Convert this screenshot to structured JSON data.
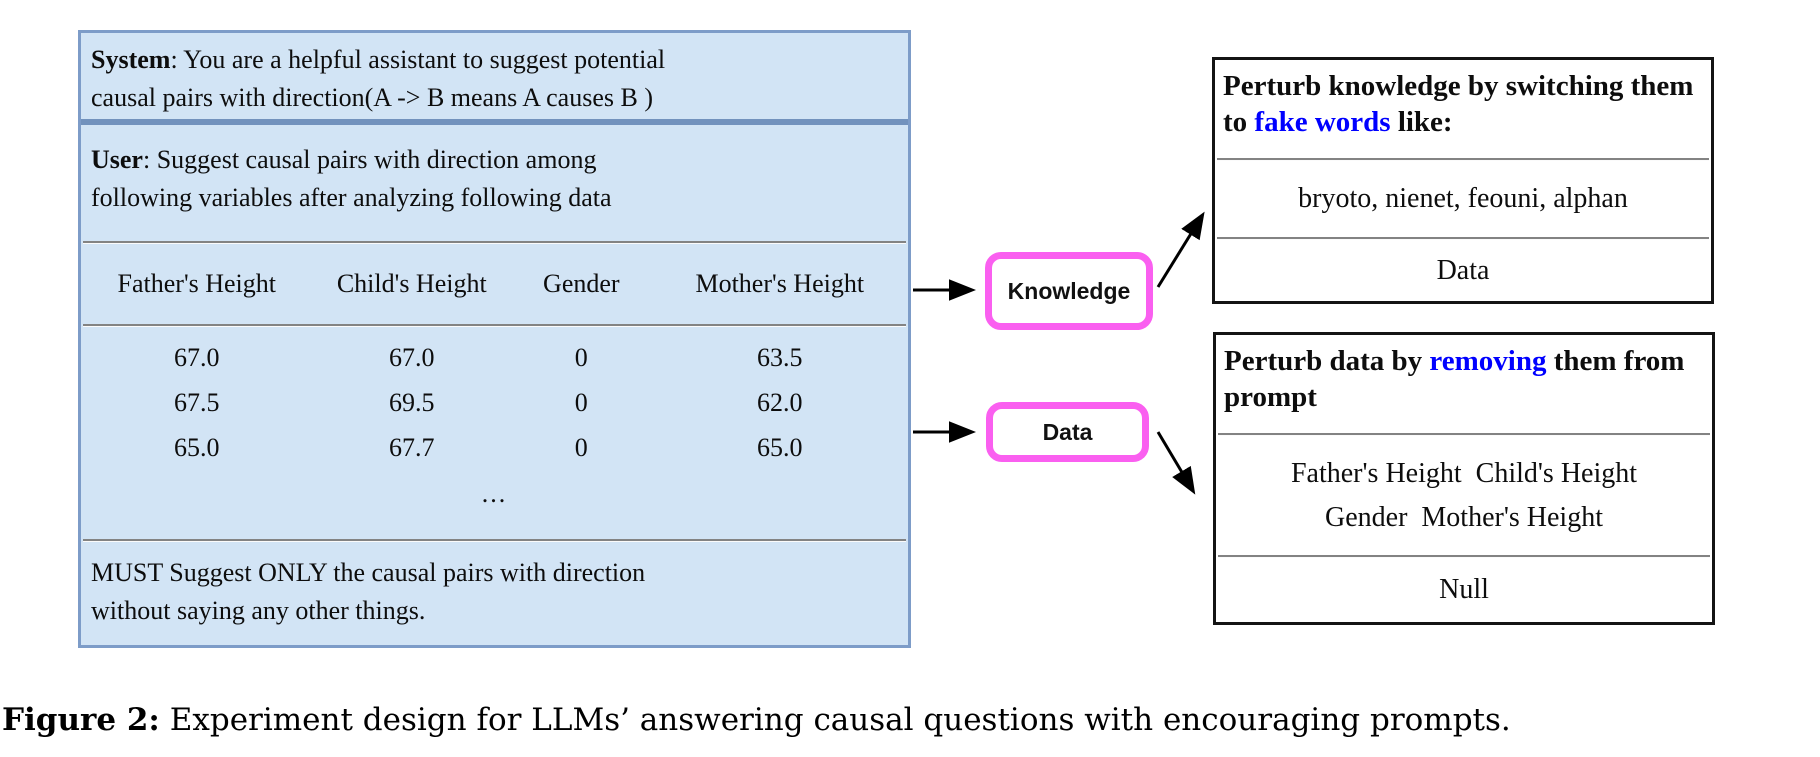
{
  "figure": {
    "prompt_box": {
      "system": {
        "label": "System",
        "line1_rest": ": You are a helpful assistant to suggest potential",
        "line2": "causal pairs with direction(A -> B means A causes B )"
      },
      "user": {
        "label": "User",
        "line1_rest": ": Suggest causal pairs with direction among",
        "line2": "following variables after analyzing following data"
      },
      "table": {
        "headers": [
          "Father's Height",
          "Child's Height",
          "Gender",
          "Mother's Height"
        ],
        "rows": [
          [
            "67.0",
            "67.0",
            "0",
            "63.5"
          ],
          [
            "67.5",
            "69.5",
            "0",
            "62.0"
          ],
          [
            "65.0",
            "67.7",
            "0",
            "65.0"
          ]
        ],
        "ellipsis": "..."
      },
      "footer": {
        "line1": "MUST Suggest ONLY the causal pairs with direction",
        "line2": "without saying any other things."
      }
    },
    "nodes": {
      "knowledge": "Knowledge",
      "data": "Data"
    },
    "knowledge_perturb_box": {
      "title_pre": "Perturb knowledge by switching them to ",
      "title_highlight": "fake words",
      "title_post": " like:",
      "body": "bryoto, nienet, feouni, alphan",
      "footer": "Data"
    },
    "data_perturb_box": {
      "title_pre": "Perturb data by ",
      "title_highlight": "removing",
      "title_post": " them from prompt",
      "body_line1": "Father's Height  Child's Height",
      "body_line2": "Gender  Mother's Height",
      "footer": "Null"
    },
    "colors": {
      "prompt_fill": "#d2e4f5",
      "prompt_border": "#7d9cc8",
      "node_border": "#fa5ff0",
      "highlight_text": "#0000ff"
    }
  },
  "caption": {
    "label": "Figure 2:",
    "text": "Experiment design for LLMs’ answering causal questions with encouraging prompts."
  }
}
